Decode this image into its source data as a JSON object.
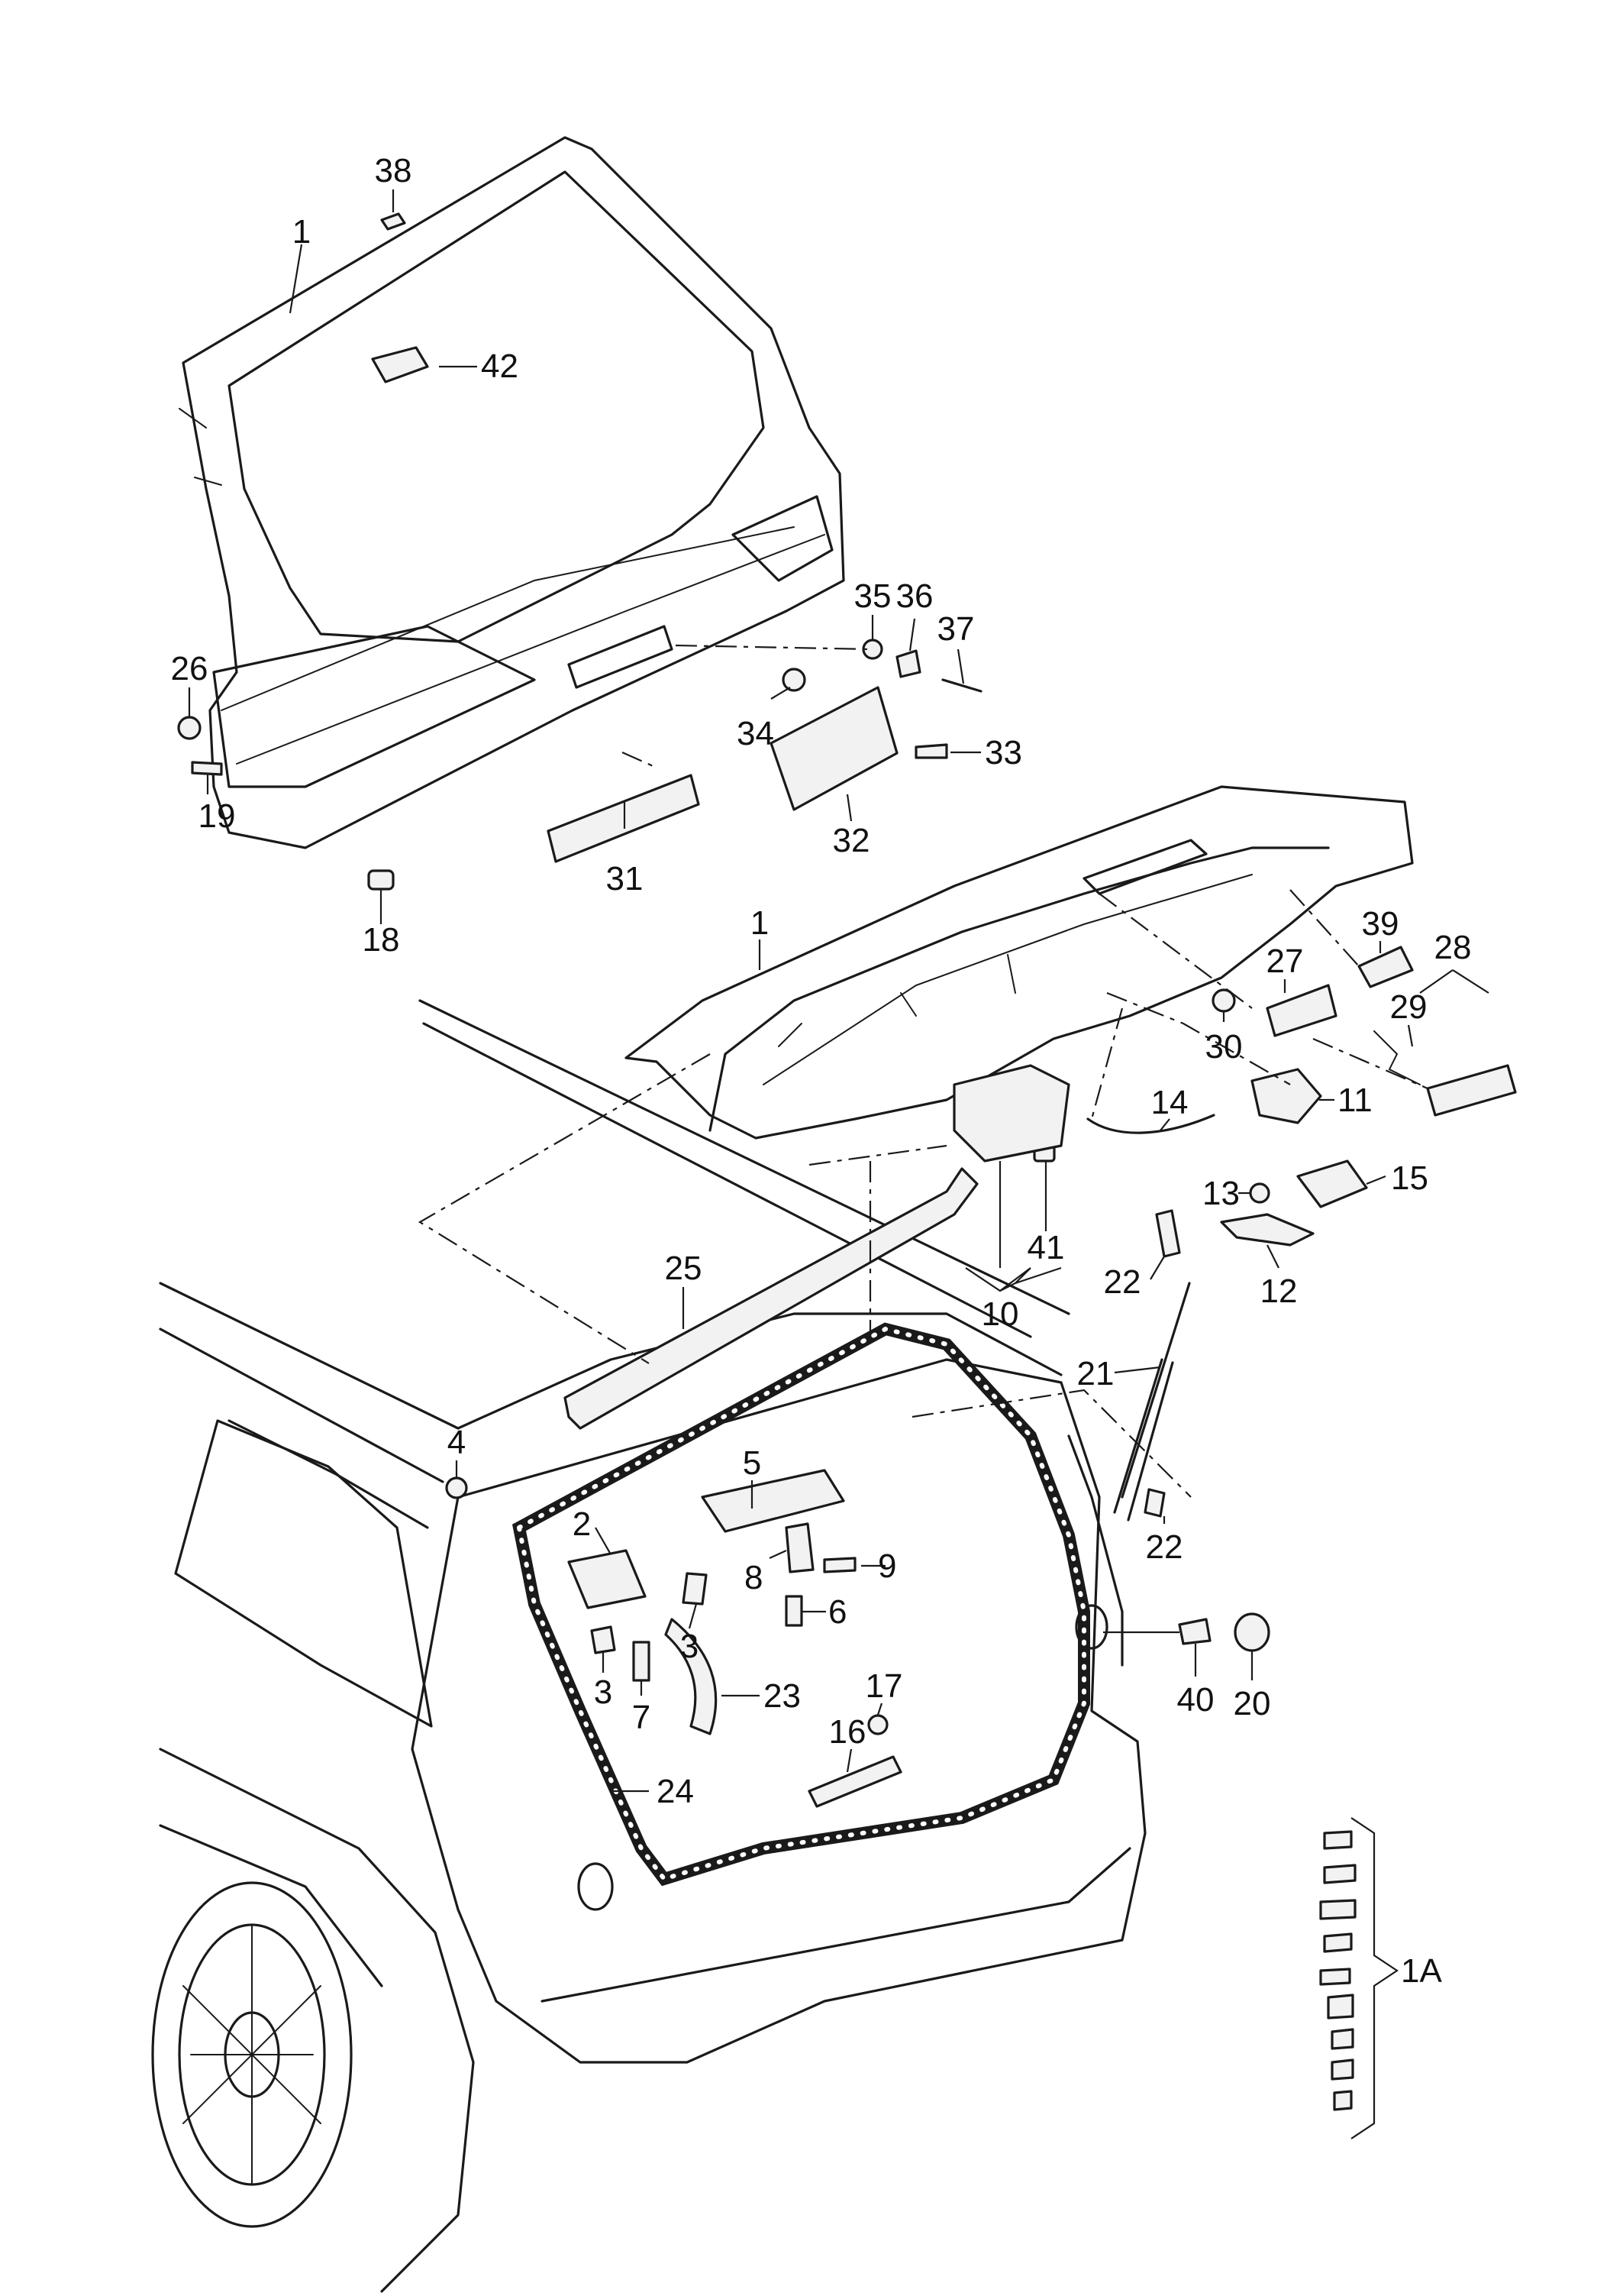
{
  "diagram": {
    "background": "#ffffff",
    "line_color": "#1a1a1a",
    "callouts": [
      {
        "id": "38",
        "label": "38"
      },
      {
        "id": "1-top",
        "label": "1"
      },
      {
        "id": "42",
        "label": "42"
      },
      {
        "id": "26",
        "label": "26"
      },
      {
        "id": "19",
        "label": "19"
      },
      {
        "id": "18",
        "label": "18"
      },
      {
        "id": "31",
        "label": "31"
      },
      {
        "id": "32",
        "label": "32"
      },
      {
        "id": "33",
        "label": "33"
      },
      {
        "id": "34",
        "label": "34"
      },
      {
        "id": "35",
        "label": "35"
      },
      {
        "id": "36",
        "label": "36"
      },
      {
        "id": "37",
        "label": "37"
      },
      {
        "id": "1-mid",
        "label": "1"
      },
      {
        "id": "39",
        "label": "39"
      },
      {
        "id": "27",
        "label": "27"
      },
      {
        "id": "28",
        "label": "28"
      },
      {
        "id": "29",
        "label": "29"
      },
      {
        "id": "30",
        "label": "30"
      },
      {
        "id": "11",
        "label": "11"
      },
      {
        "id": "14",
        "label": "14"
      },
      {
        "id": "13",
        "label": "13"
      },
      {
        "id": "15",
        "label": "15"
      },
      {
        "id": "41",
        "label": "41"
      },
      {
        "id": "22-a",
        "label": "22"
      },
      {
        "id": "12",
        "label": "12"
      },
      {
        "id": "10",
        "label": "10"
      },
      {
        "id": "25",
        "label": "25"
      },
      {
        "id": "21",
        "label": "21"
      },
      {
        "id": "4",
        "label": "4"
      },
      {
        "id": "5",
        "label": "5"
      },
      {
        "id": "2",
        "label": "2"
      },
      {
        "id": "9",
        "label": "9"
      },
      {
        "id": "8",
        "label": "8"
      },
      {
        "id": "6",
        "label": "6"
      },
      {
        "id": "22-b",
        "label": "22"
      },
      {
        "id": "1a",
        "label": "1A"
      },
      {
        "id": "3-a",
        "label": "3"
      },
      {
        "id": "3-b",
        "label": "3"
      },
      {
        "id": "7",
        "label": "7"
      },
      {
        "id": "23",
        "label": "23"
      },
      {
        "id": "17",
        "label": "17"
      },
      {
        "id": "16",
        "label": "16"
      },
      {
        "id": "40",
        "label": "40"
      },
      {
        "id": "20",
        "label": "20"
      },
      {
        "id": "24",
        "label": "24"
      }
    ]
  }
}
